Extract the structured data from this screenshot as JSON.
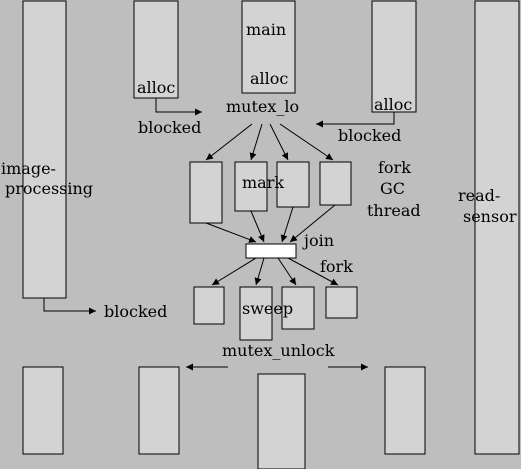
{
  "labels": {
    "main": "main",
    "alloc_left": "alloc",
    "alloc_main": "alloc",
    "alloc_right": "alloc",
    "mutex_lock": "mutex_lo",
    "blocked_left": "blocked",
    "blocked_right": "blocked",
    "blocked_bottom": "blocked",
    "image_processing_line1": "image-",
    "image_processing_line2": "processing",
    "read_sensor_line1": "read-",
    "read_sensor_line2": "sensor",
    "fork_gc_line1": "fork",
    "fork_gc_line2": "GC",
    "fork_gc_line3": "thread",
    "mark": "mark",
    "join": "join",
    "fork": "fork",
    "sweep": "sweep",
    "mutex_unlock": "mutex_unlock"
  },
  "colors": {
    "background": "#bebebe",
    "box_fill": "#d3d3d3",
    "join_fill": "#ffffff",
    "stroke": "#000000"
  }
}
